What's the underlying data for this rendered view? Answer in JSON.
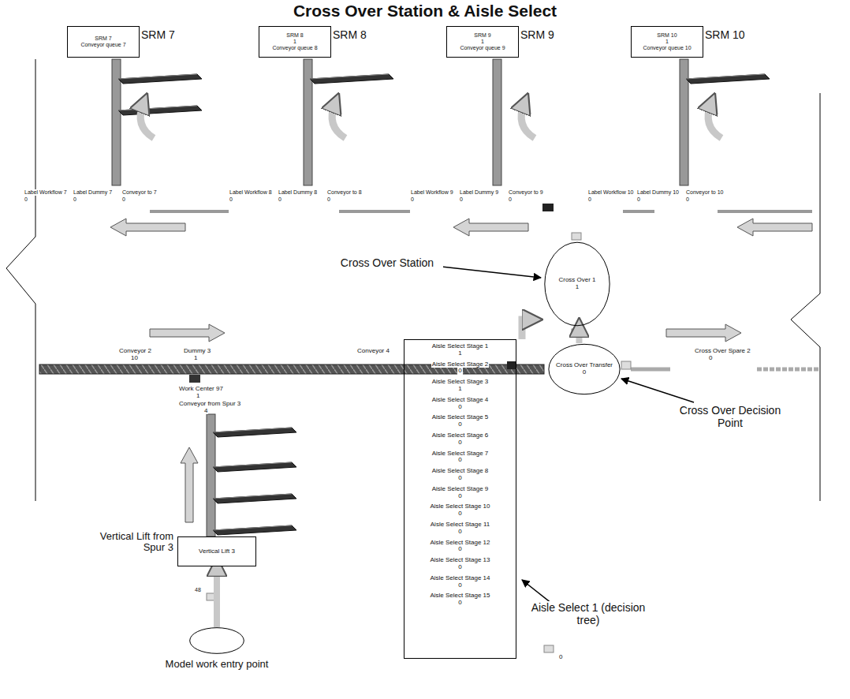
{
  "diagram": {
    "title": "Cross Over Station & Aisle Select",
    "nodes": [
      {
        "text": [
          "SRM 7",
          "Conveyor queue 7",
          "SRM 7"
        ]
      },
      {
        "text": [
          "SRM 8",
          "1",
          "Conveyor queue 8",
          "SRM 8"
        ]
      },
      {
        "text": [
          "SRM 9",
          "1",
          "Conveyor queue 9",
          "SRM 9"
        ]
      },
      {
        "text": [
          "SRM 10",
          "1",
          "Conveyor queue 10",
          "SRM 10"
        ]
      },
      {
        "text": [
          "Cross Over 1",
          "1"
        ]
      },
      {
        "text": [
          "Cross Over Transfer",
          "0"
        ]
      },
      {
        "text": [
          "Aisle Select Stage 1",
          "1",
          "Aisle Select Stage 2",
          "0",
          "Aisle Select Stage 3",
          "1",
          "Aisle Select Stage 4",
          "0",
          "Aisle Select Stage 5",
          "0",
          "Aisle Select Stage 6",
          "0",
          "Aisle Select Stage 7",
          "0",
          "Aisle Select Stage 8",
          "0",
          "Aisle Select Stage 9",
          "0",
          "Aisle Select Stage 10",
          "0",
          "Aisle Select Stage 11",
          "0",
          "Aisle Select Stage 12",
          "0",
          "Aisle Select Stage 13",
          "0",
          "Aisle Select Stage 14",
          "0",
          "Aisle Select Stage 15",
          "0"
        ]
      },
      {
        "text": [
          "Vertical Lift 3",
          "Vertical Lift from Spur 3"
        ]
      },
      {
        "text": [
          "Model work entry point"
        ]
      }
    ],
    "edges": [
      {
        "from": 8,
        "to": 7,
        "arrow": "to"
      },
      {
        "from": 5,
        "to": 4,
        "arrow": "to"
      }
    ],
    "labels": [
      "Cross Over Station",
      "Cross Over Decision Point",
      "Aisle Select 1 (decision tree)",
      "Conveyor 2",
      "10",
      "Dummy 3",
      "1",
      "Work Center 97",
      "1",
      "Conveyor from Spur 3",
      "4",
      "Conveyor 4",
      "Cross Over Spare 2",
      "0",
      "48",
      "0",
      "Label Workflow 7",
      "0",
      "Label Dummy 7",
      "0",
      "Conveyor to 7",
      "0",
      "Label Workflow 8",
      "0",
      "Label Dummy 8",
      "0",
      "Conveyor to 8",
      "0",
      "Label Workflow 9",
      "0",
      "Label Dummy 9",
      "0",
      "Conveyor to 9",
      "0",
      "Label Workflow 10",
      "0",
      "Label Dummy 10",
      "0",
      "Conveyor to 10",
      "0"
    ]
  }
}
